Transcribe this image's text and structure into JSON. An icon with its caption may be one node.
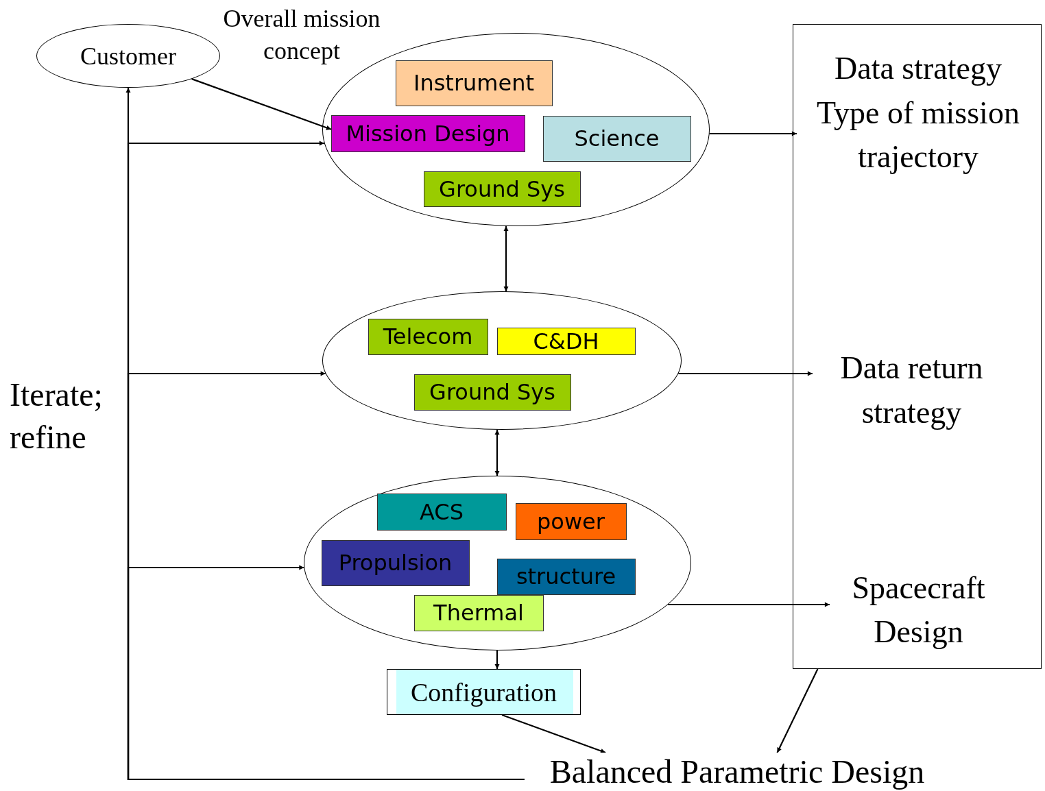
{
  "diagram": {
    "nodes": [
      {
        "text": [
          "Customer"
        ]
      },
      {
        "text": [],
        "shape": "ellipse"
      },
      {
        "text": [
          "Instrument"
        ],
        "in": 1
      },
      {
        "text": [
          "Mission Design"
        ],
        "in": 1
      },
      {
        "text": [
          "Science"
        ],
        "in": 1
      },
      {
        "text": [
          "Ground Sys"
        ],
        "in": 1
      },
      {
        "text": [],
        "shape": "ellipse"
      },
      {
        "text": [
          "Telecom"
        ],
        "in": 6
      },
      {
        "text": [
          "C&DH"
        ],
        "in": 6
      },
      {
        "text": [
          "Ground Sys"
        ],
        "in": 6
      },
      {
        "text": [],
        "shape": "ellipse"
      },
      {
        "text": [
          "ACS"
        ],
        "in": 10
      },
      {
        "text": [
          "power"
        ],
        "in": 10
      },
      {
        "text": [
          "Propulsion"
        ],
        "in": 10
      },
      {
        "text": [
          "structure"
        ],
        "in": 10
      },
      {
        "text": [
          "Thermal"
        ],
        "in": 10
      },
      {
        "text": [
          "Configuration"
        ]
      },
      {
        "text": [],
        "shape": "box"
      },
      {
        "text": [
          "Data strategy",
          "Type of mission trajectory"
        ],
        "in": 17
      },
      {
        "text": [
          "Data return strategy"
        ],
        "in": 17
      },
      {
        "text": [
          "Spacecraft Design"
        ],
        "in": 17
      },
      {
        "text": [
          "Balanced Parametric Design"
        ]
      }
    ],
    "edges": [
      {
        "from": 0,
        "to": 3,
        "arrow": "to",
        "label": "Overall mission concept"
      },
      {
        "from": 1,
        "to": 6,
        "arrow": "both"
      },
      {
        "from": 6,
        "to": 10,
        "arrow": "both"
      },
      {
        "from": 10,
        "to": 16,
        "arrow": "to"
      },
      {
        "from": 16,
        "to": 21,
        "arrow": "to"
      },
      {
        "from": 17,
        "to": 21,
        "arrow": "to"
      },
      {
        "from": 1,
        "to": 18,
        "arrow": "to"
      },
      {
        "from": 6,
        "to": 19,
        "arrow": "to"
      },
      {
        "from": 10,
        "to": 20,
        "arrow": "to"
      },
      {
        "from": 21,
        "to": 0,
        "arrow": "to"
      },
      {
        "from": 21,
        "to": 1,
        "arrow": "to"
      },
      {
        "from": 21,
        "to": 6,
        "arrow": "to"
      },
      {
        "from": 21,
        "to": 10,
        "arrow": "to"
      }
    ],
    "labels": [
      "Iterate; refine"
    ]
  }
}
